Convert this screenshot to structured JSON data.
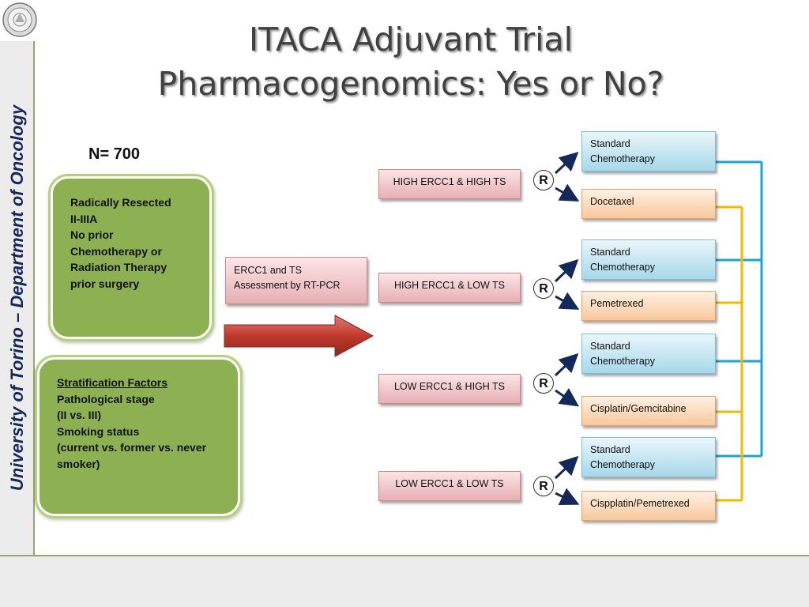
{
  "title": {
    "line1": "ITACA Adjuvant Trial",
    "line2": "Pharmacogenomics: Yes or No?"
  },
  "sidebar": {
    "text": "University of Torino – Department of Oncology"
  },
  "sample": {
    "n_label": "N= 700"
  },
  "patients": {
    "lines": [
      "Radically Resected",
      "II-IIIA",
      "No prior",
      "Chemotherapy or",
      "Radiation Therapy",
      "prior surgery"
    ]
  },
  "stratification": {
    "heading": "Stratification Factors",
    "lines": [
      "Pathological stage",
      "(II vs. III)",
      "Smoking status",
      "(current vs. former vs. never",
      "smoker)"
    ]
  },
  "assessment": {
    "line1": "ERCC1 and TS",
    "line2": "Assessment by RT-PCR"
  },
  "groups": [
    {
      "label": "HIGH ERCC1 & HIGH TS",
      "randomize": "R",
      "standard_line1": "Standard",
      "standard_line2": "Chemotherapy",
      "experimental": "Docetaxel"
    },
    {
      "label": "HIGH ERCC1 & LOW TS",
      "randomize": "R",
      "standard_line1": "Standard",
      "standard_line2": "Chemotherapy",
      "experimental": "Pemetrexed"
    },
    {
      "label": "LOW ERCC1 & HIGH TS",
      "randomize": "R",
      "standard_line1": "Standard",
      "standard_line2": "Chemotherapy",
      "experimental": "Cisplatin/Gemcitabine"
    },
    {
      "label": "LOW ERCC1 & LOW TS",
      "randomize": "R",
      "standard_line1": "Standard",
      "standard_line2": "Chemotherapy",
      "experimental": "Cispplatin/Pemetrexed"
    }
  ],
  "colors": {
    "green_box": "#8cb052",
    "pink_box": "#e7b0b4",
    "blue_box": "#a7d8ea",
    "orange_box": "#f8c89c",
    "blue_line": "#1aa3d6",
    "orange_line": "#f5b800",
    "arrow_navy": "#15285a",
    "big_arrow": "#c0392b"
  }
}
